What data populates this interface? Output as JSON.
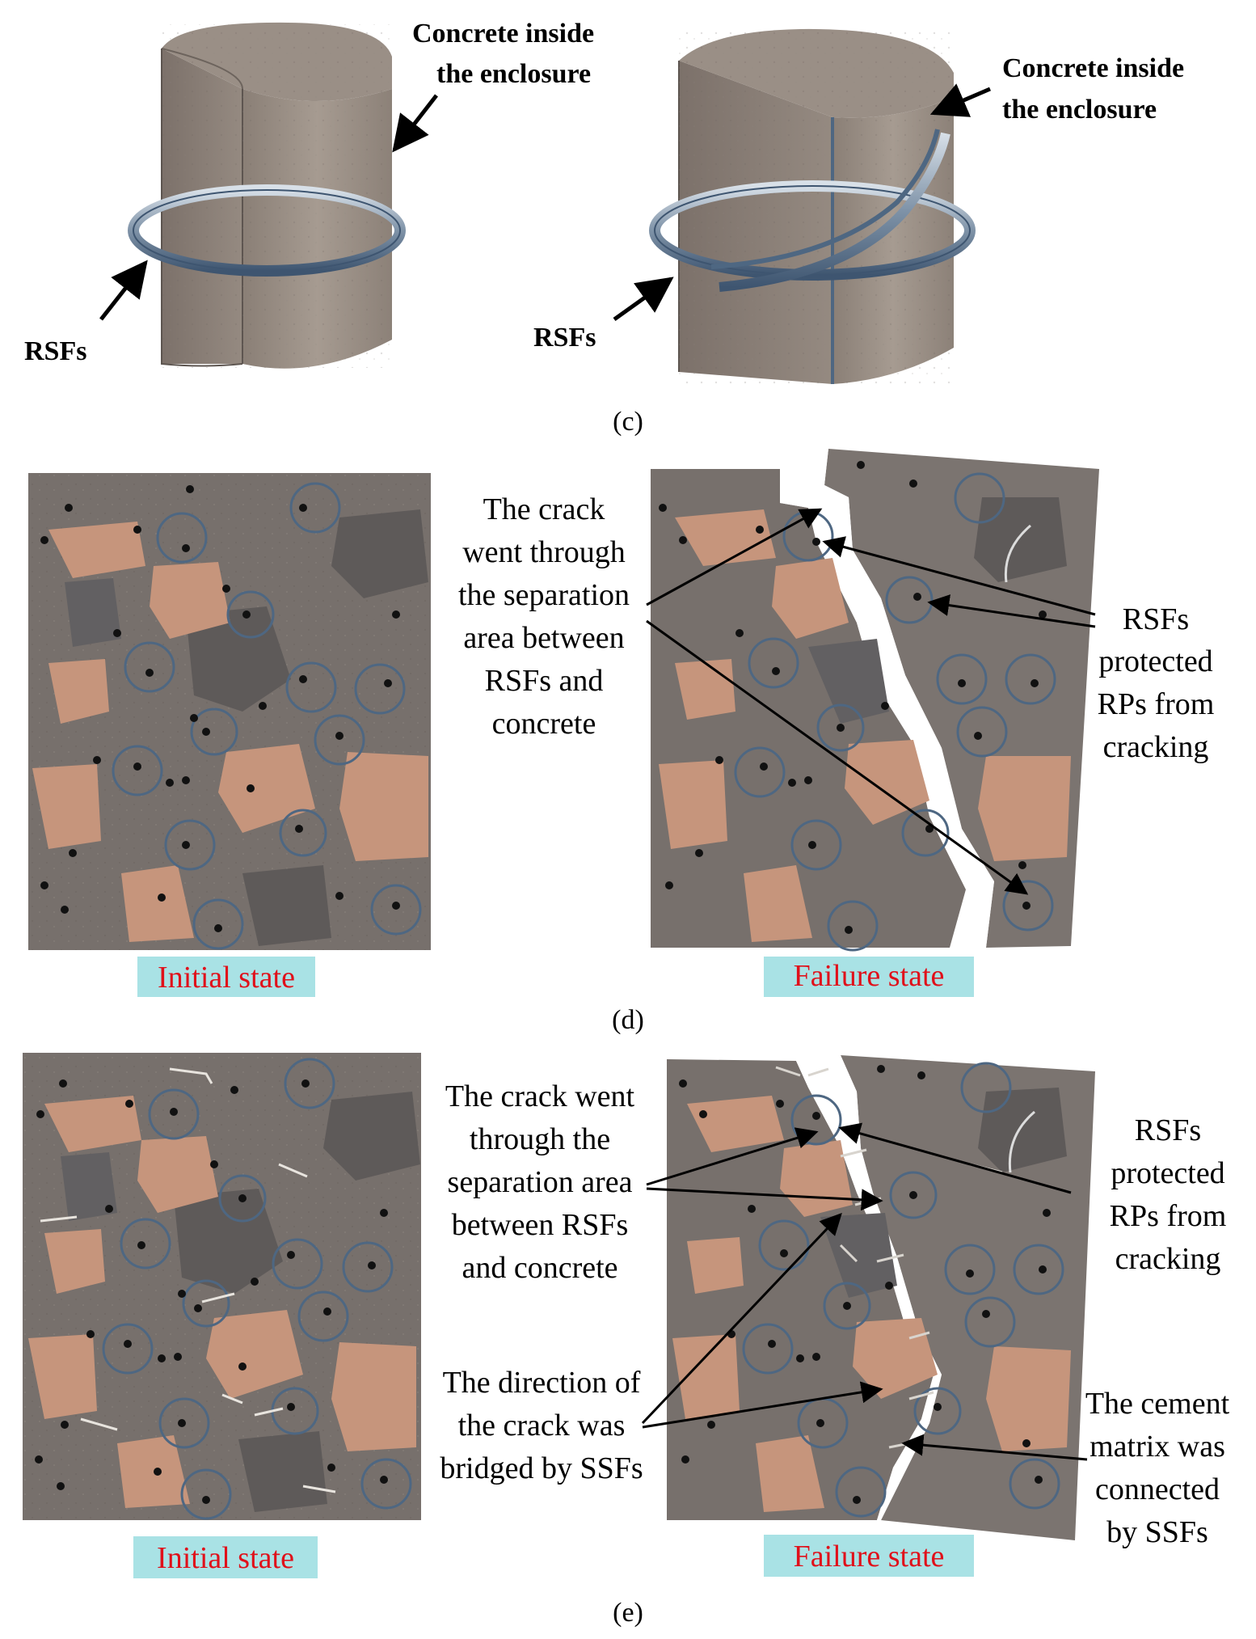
{
  "colors": {
    "concrete": "#77706c",
    "concrete_light": "#a39a92",
    "aggregate": "#c6957c",
    "dark_aggregate": "#5e5a59",
    "rsf_ring": "#4e6782",
    "state_label_bg": "#a9e2e5",
    "state_label_text": "#e0101a"
  },
  "panel_c": {
    "caption": "(c)",
    "left": {
      "label_concrete": [
        "Concrete inside",
        "the enclosure"
      ],
      "label_rsf": "RSFs"
    },
    "right": {
      "label_concrete": [
        "Concrete inside",
        "the enclosure"
      ],
      "label_rsf": "RSFs"
    }
  },
  "panel_d": {
    "caption": "(d)",
    "initial_label": "Initial state",
    "failure_label": "Failure state",
    "annotation_crack": [
      "The crack",
      "went through",
      "the separation",
      "area  between",
      "RSFs and",
      "concrete"
    ],
    "annotation_rsf": [
      "RSFs",
      "protected",
      "RPs from",
      "cracking"
    ]
  },
  "panel_e": {
    "caption": "(e)",
    "initial_label": "Initial state",
    "failure_label": "Failure state",
    "annotation_crack": [
      "The crack went",
      "through the",
      "separation area",
      "between RSFs",
      "and concrete"
    ],
    "annotation_direction": [
      "The direction of",
      "the crack was",
      "bridged by SSFs"
    ],
    "annotation_rsf": [
      "RSFs",
      "protected",
      "RPs from",
      "cracking"
    ],
    "annotation_matrix": [
      "The cement",
      "matrix was",
      "connected",
      "by SSFs"
    ]
  }
}
